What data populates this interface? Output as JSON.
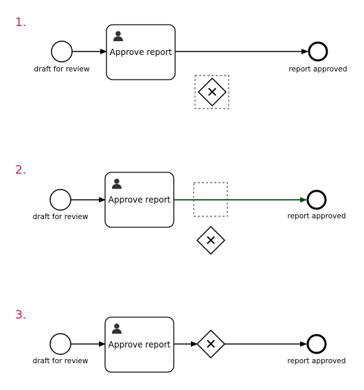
{
  "accent_color": "#c2185b",
  "flow_color": "#000000",
  "highlight_flow_color": "#0d4a0d",
  "steps": [
    {
      "number": "1.",
      "start_label": "draft for review",
      "task_label": "Approve report",
      "end_label": "report approved",
      "task_icon": "user-icon",
      "gateway_icon": "x-gateway-icon"
    },
    {
      "number": "2.",
      "start_label": "draft for review",
      "task_label": "Approve report",
      "end_label": "report approved",
      "task_icon": "user-icon",
      "gateway_icon": "x-gateway-icon"
    },
    {
      "number": "3.",
      "start_label": "draft for review",
      "task_label": "Approve report",
      "end_label": "report approved",
      "task_icon": "user-icon",
      "gateway_icon": "x-gateway-icon"
    }
  ]
}
